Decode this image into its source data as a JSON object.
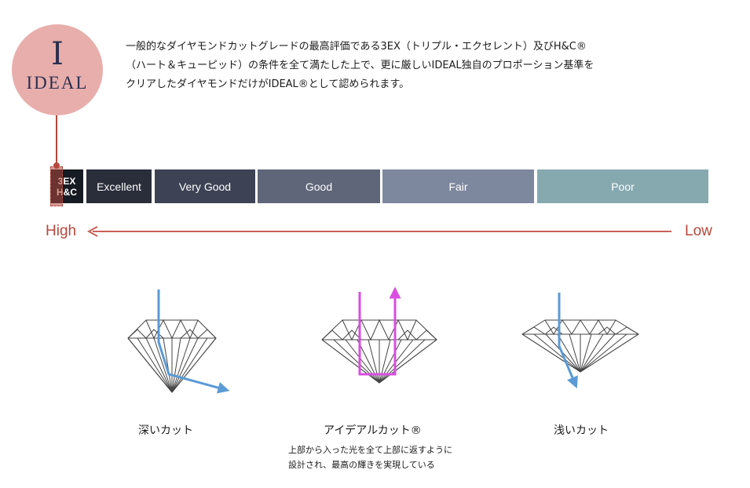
{
  "logo": {
    "glyph": "I",
    "text": "IDEAL"
  },
  "intro": {
    "lines": [
      "一般的なダイヤモンドカットグレードの最高評価である3EX（トリプル・エクセレント）及びH&C®",
      "（ハート＆キューピッド）の条件を全て満たした上で、更に厳しいIDEAL独自のプロポーション基準を",
      "クリアしたダイヤモンドだけがIDEAL®として認められます。"
    ]
  },
  "grades": {
    "ideal": {
      "line1": "3EX",
      "line2": "H&C"
    },
    "excellent": "Excellent",
    "very_good": "Very Good",
    "good": "Good",
    "fair": "Fair",
    "poor": "Poor"
  },
  "scale": {
    "high": "High",
    "low": "Low"
  },
  "diamonds": {
    "deep": {
      "caption": "深いカット"
    },
    "ideal": {
      "caption": "アイデアルカット®"
    },
    "shallow": {
      "caption": "浅いカット"
    }
  },
  "ideal_note": {
    "line1": "上部から入った光を全て上部に返すように",
    "line2": "設計され、最高の輝きを実現している"
  },
  "colors": {
    "accent": "#b5483d",
    "logo_bg": "#e8aeac",
    "navy": "#2b2f4f",
    "light_ray": "#5b9bd5",
    "ideal_ray": "#d84ee0"
  }
}
